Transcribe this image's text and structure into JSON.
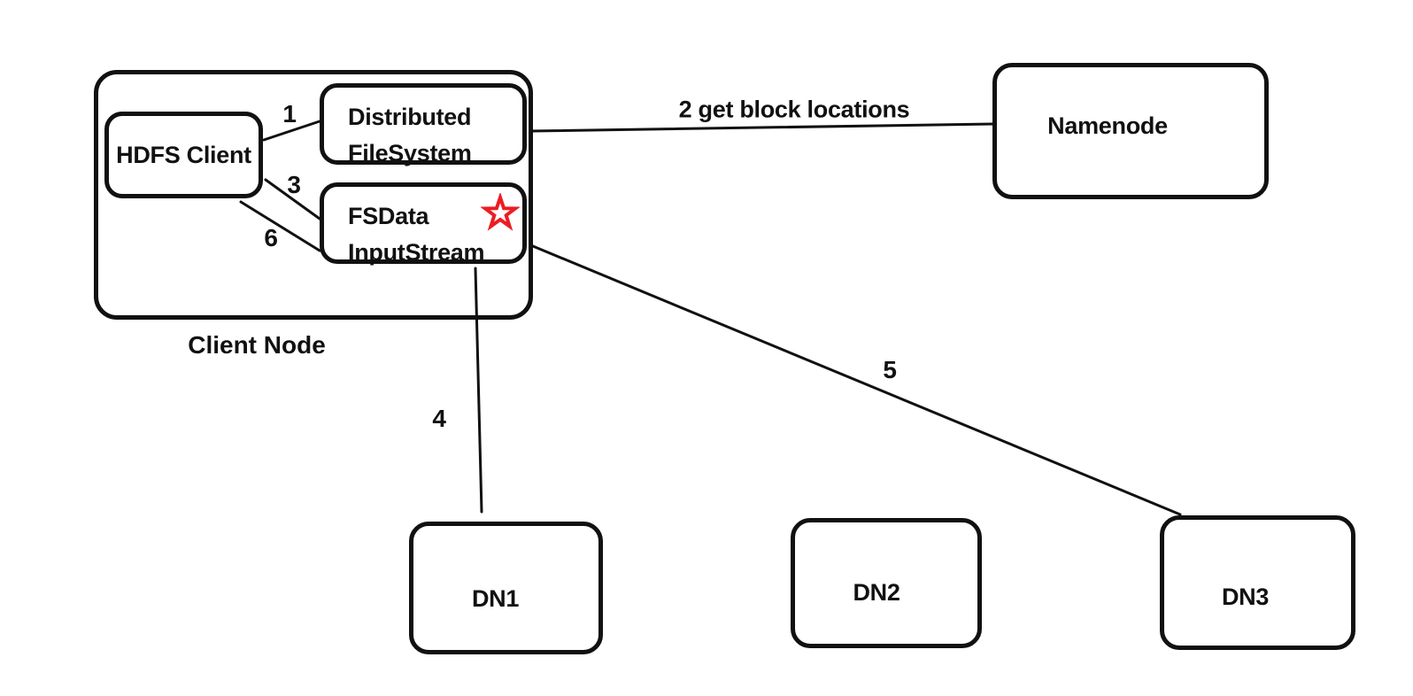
{
  "colors": {
    "ink": "#111111",
    "star": "#ed1c24",
    "background": "#ffffff"
  },
  "nodes": {
    "client_node": {
      "caption": "Client Node"
    },
    "hdfs_client": {
      "label": "HDFS Client"
    },
    "distributed_filesystem": {
      "line1": "Distributed",
      "line2": "FileSystem"
    },
    "fsdata_inputstream": {
      "line1": "FSData",
      "line2": "InputStream"
    },
    "namenode": {
      "label": "Namenode"
    },
    "datanodes": [
      {
        "label": "DN1"
      },
      {
        "label": "DN2"
      },
      {
        "label": "DN3"
      }
    ]
  },
  "edges": {
    "step1": {
      "label": "1",
      "from": "HDFS Client",
      "to": "Distributed FileSystem"
    },
    "step2": {
      "label": "2 get block locations",
      "from": "Distributed FileSystem",
      "to": "Namenode"
    },
    "step3": {
      "label": "3",
      "from": "HDFS Client",
      "to": "FSData InputStream"
    },
    "step4": {
      "label": "4",
      "from": "FSData InputStream",
      "to": "DN1"
    },
    "step5": {
      "label": "5",
      "from": "FSData InputStream",
      "to": "DN3"
    },
    "step6": {
      "label": "6",
      "from": "HDFS Client",
      "to": "FSData InputStream"
    }
  },
  "icons": {
    "star": "star-icon"
  }
}
